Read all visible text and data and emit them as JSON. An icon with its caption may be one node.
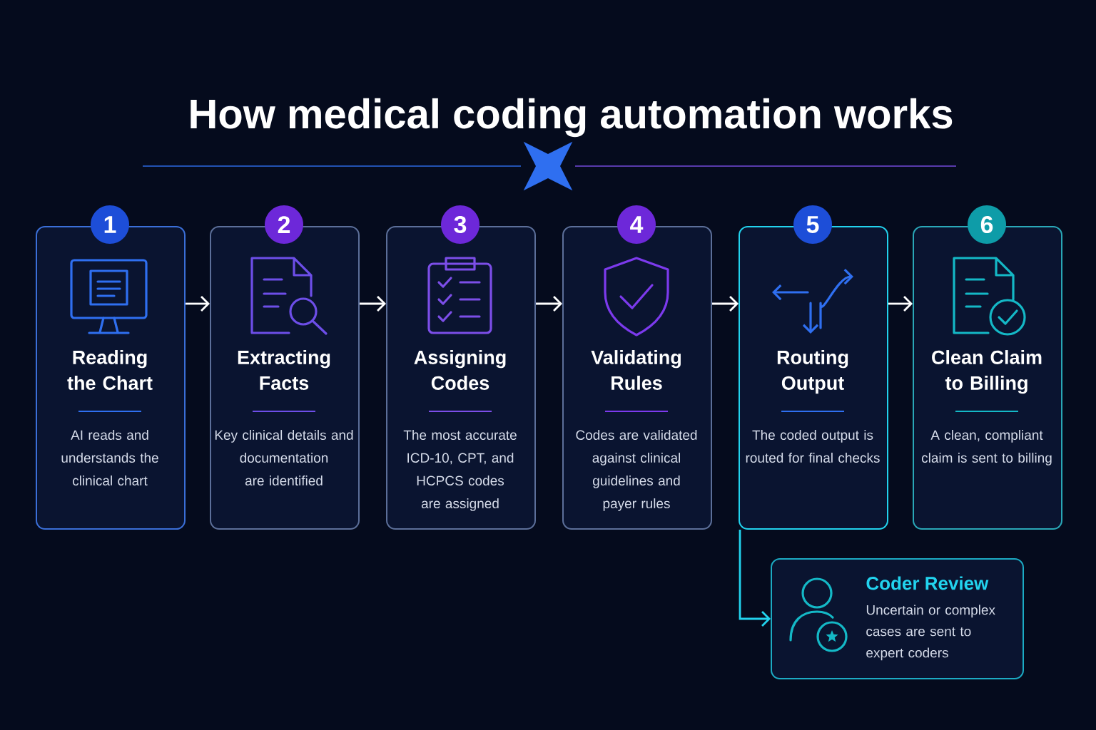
{
  "diagram": {
    "title": "How medical coding automation works",
    "nodes": [
      {
        "text": [
          "1",
          "Reading the Chart",
          "AI reads and understands the clinical chart"
        ]
      },
      {
        "text": [
          "2",
          "Extracting Facts",
          "Key clinical details and documentation are identified"
        ]
      },
      {
        "text": [
          "3",
          "Assigning Codes",
          "The most accurate ICD-10, CPT, and HCPCS codes are assigned"
        ]
      },
      {
        "text": [
          "4",
          "Validating Rules",
          "Codes are validated against clinical guidelines and payer rules"
        ]
      },
      {
        "text": [
          "5",
          "Routing Output",
          "The coded output is routed for final checks"
        ]
      },
      {
        "text": [
          "6",
          "Clean Claim to Billing",
          "A clean, compliant claim is sent to billing"
        ]
      },
      {
        "text": [
          "Coder Review",
          "Uncertain or complex cases are sent to expert coders"
        ]
      }
    ],
    "edges": [
      {
        "from": 0,
        "to": 1,
        "arrow": "to"
      },
      {
        "from": 1,
        "to": 2,
        "arrow": "to"
      },
      {
        "from": 2,
        "to": 3,
        "arrow": "to"
      },
      {
        "from": 3,
        "to": 4,
        "arrow": "to"
      },
      {
        "from": 4,
        "to": 5,
        "arrow": "to"
      },
      {
        "from": 4,
        "to": 6,
        "arrow": "to",
        "color": "#22d3ee"
      }
    ]
  }
}
